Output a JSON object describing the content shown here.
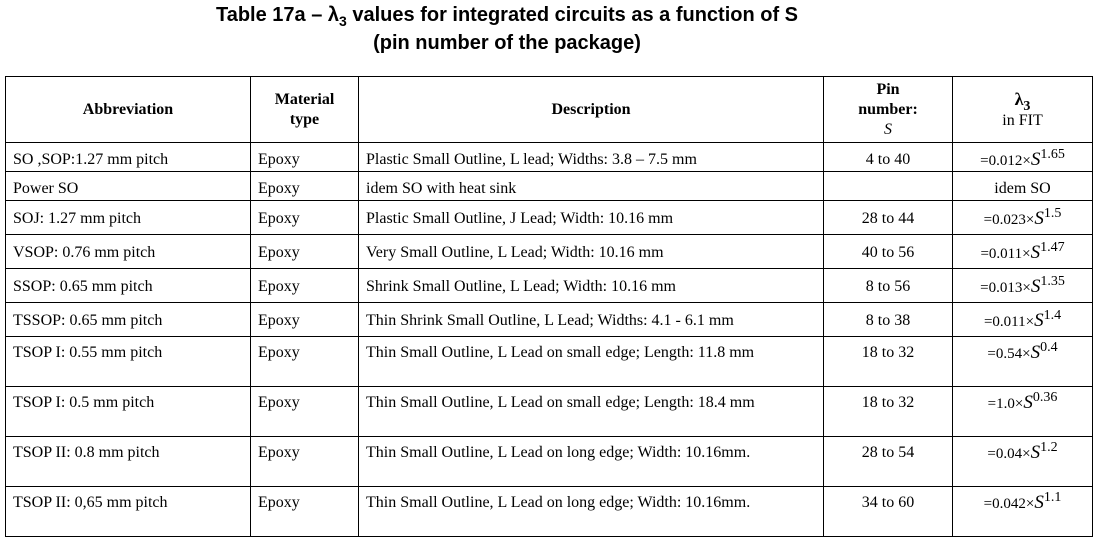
{
  "title": {
    "line1_prefix": "Table 17a – λ",
    "line1_sub": "3",
    "line1_suffix": " values for integrated circuits as a function of S",
    "line2": "(pin number of the package)"
  },
  "headers": {
    "abbreviation": "Abbreviation",
    "material_line1": "Material",
    "material_line2": "type",
    "description": "Description",
    "pin_line1": "Pin",
    "pin_line2": "number:",
    "pin_line3": "S",
    "lambda_symbol": "λ",
    "lambda_sub": "3",
    "lambda_line2": "in FIT"
  },
  "rows": [
    {
      "abbr": "SO ,SOP:1.27 mm pitch",
      "material": "Epoxy",
      "desc": "Plastic Small Outline, L lead; Widths: 3.8 – 7.5 mm",
      "pins": "4 to 40",
      "coef": "=0.012×",
      "var": "S",
      "exp": "1.65",
      "text": ""
    },
    {
      "abbr": "Power SO",
      "material": "Epoxy",
      "desc": "idem SO with heat sink",
      "pins": "",
      "coef": "",
      "var": "",
      "exp": "",
      "text": "idem SO"
    },
    {
      "abbr": "SOJ: 1.27 mm pitch",
      "material": "Epoxy",
      "desc": "Plastic Small Outline, J Lead; Width: 10.16 mm",
      "pins": "28 to 44",
      "coef": "=0.023×",
      "var": "S",
      "exp": "1.5",
      "text": ""
    },
    {
      "abbr": "VSOP: 0.76 mm pitch",
      "material": "Epoxy",
      "desc": "Very Small Outline, L Lead; Width: 10.16 mm",
      "pins": "40 to 56",
      "coef": "=0.011×",
      "var": "S",
      "exp": "1.47",
      "text": ""
    },
    {
      "abbr": "SSOP: 0.65 mm pitch",
      "material": "Epoxy",
      "desc": "Shrink Small Outline, L Lead; Width: 10.16 mm",
      "pins": "8 to 56",
      "coef": "=0.013×",
      "var": "S",
      "exp": "1.35",
      "text": ""
    },
    {
      "abbr": "TSSOP: 0.65 mm pitch",
      "material": "Epoxy",
      "desc": "Thin Shrink Small Outline, L Lead; Widths: 4.1 - 6.1 mm",
      "pins": "8 to 38",
      "coef": "=0.011×",
      "var": "S",
      "exp": "1.4",
      "text": ""
    },
    {
      "abbr": "TSOP I: 0.55 mm pitch",
      "material": "Epoxy",
      "desc": "Thin Small Outline, L Lead on small edge; Length: 11.8 mm",
      "pins": "18 to 32",
      "coef": "=0.54×",
      "var": "S",
      "exp": "0.4",
      "text": ""
    },
    {
      "abbr": "TSOP I: 0.5 mm pitch",
      "material": "Epoxy",
      "desc": "Thin Small Outline, L Lead on small edge; Length: 18.4 mm",
      "pins": "18 to 32",
      "coef": "=1.0×",
      "var": "S",
      "exp": "0.36",
      "text": ""
    },
    {
      "abbr": "TSOP II: 0.8 mm pitch",
      "material": "Epoxy",
      "desc": "Thin Small Outline, L Lead on long edge; Width: 10.16mm.",
      "pins": "28 to 54",
      "coef": "=0.04×",
      "var": "S",
      "exp": "1.2",
      "text": ""
    },
    {
      "abbr": "TSOP II: 0,65 mm pitch",
      "material": "Epoxy",
      "desc": "Thin Small Outline, L Lead on long edge; Width: 10.16mm.",
      "pins": "34 to 60",
      "coef": "=0.042×",
      "var": "S",
      "exp": "1.1",
      "text": ""
    }
  ]
}
